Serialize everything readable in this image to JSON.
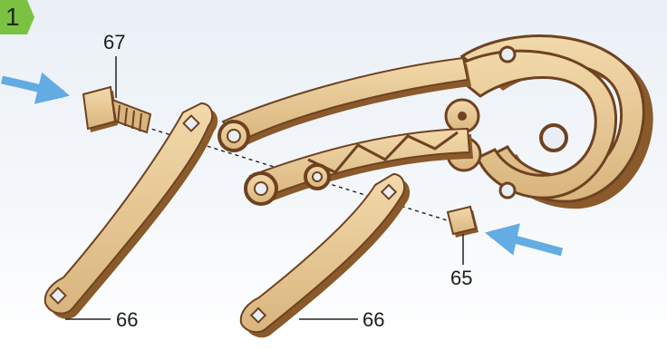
{
  "step": {
    "number": "1",
    "badge_color": "#7cc242"
  },
  "callouts": [
    {
      "id": "part-67",
      "label": "67"
    },
    {
      "id": "part-65",
      "label": "65"
    },
    {
      "id": "part-66-left",
      "label": "66"
    },
    {
      "id": "part-66-right",
      "label": "66"
    }
  ],
  "colors": {
    "wood_face": "#e8c996",
    "wood_edge": "#8a5a2b",
    "wood_dark": "#6e4221",
    "arrow": "#4a9fe0"
  }
}
